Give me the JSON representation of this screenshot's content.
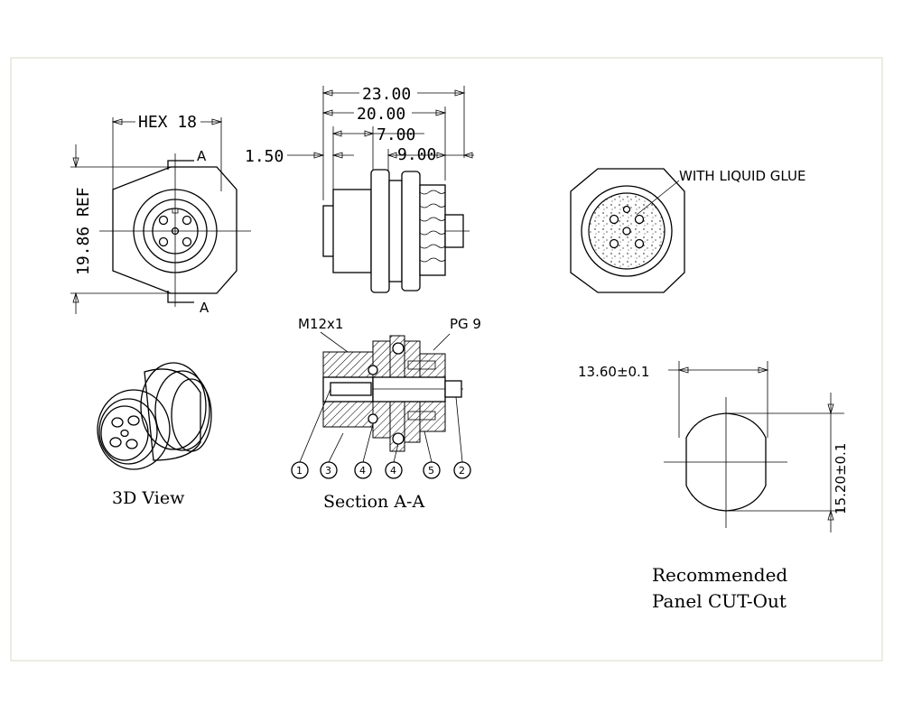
{
  "front_view": {
    "hex_label": "HEX 18",
    "section_mark_top": "A",
    "section_mark_bottom": "A",
    "ref_dim": "19.86 REF"
  },
  "side_view": {
    "dim_overall": "23.00",
    "dim_body": "20.00",
    "dim_thread_m12": "7.00",
    "dim_thread_pg9": "9.00",
    "dim_flange": "1.50"
  },
  "rear_view": {
    "note": "WITH LIQUID GLUE"
  },
  "section_view": {
    "thread_front": "M12x1",
    "thread_rear": "PG 9",
    "title": "Section A-A",
    "balloons": [
      "1",
      "3",
      "4",
      "4",
      "5",
      "2"
    ]
  },
  "view_3d": {
    "title": "3D View"
  },
  "panel_cutout": {
    "dim_width": "13.60±0.1",
    "dim_height": "15.20±0.1",
    "title_line1": "Recommended",
    "title_line2": "Panel CUT-Out"
  }
}
